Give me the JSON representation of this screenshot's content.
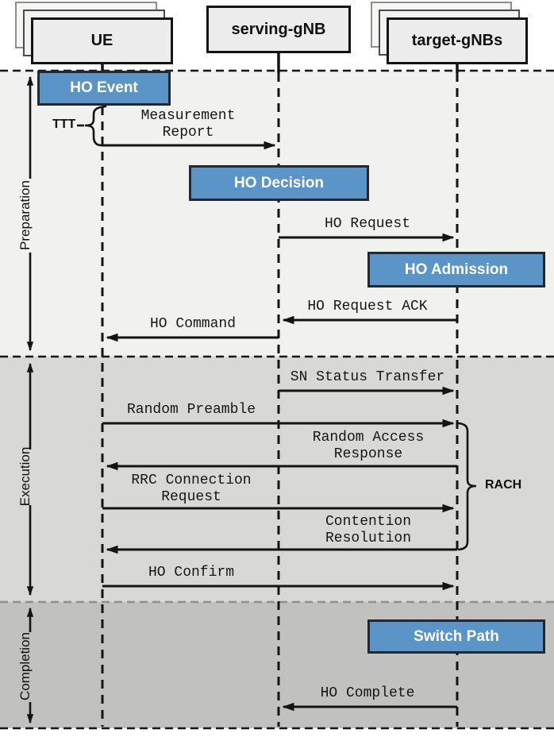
{
  "diagram": {
    "type": "sequence-diagram",
    "entities": [
      {
        "id": "ue",
        "label": "UE",
        "stacked": true
      },
      {
        "id": "serving-gnb",
        "label": "serving-gNB",
        "stacked": false
      },
      {
        "id": "target-gnbs",
        "label": "target-gNBs",
        "stacked": true
      }
    ],
    "phases": [
      {
        "label": "Preparation"
      },
      {
        "label": "Execution"
      },
      {
        "label": "Completion"
      }
    ],
    "action_boxes": [
      {
        "label": "HO Event",
        "on": "UE",
        "phase": "Preparation"
      },
      {
        "label": "HO Decision",
        "on": "serving-gNB",
        "phase": "Preparation"
      },
      {
        "label": "HO Admission",
        "on": "target-gNBs",
        "phase": "Preparation"
      },
      {
        "label": "Switch Path",
        "on": "target-gNBs",
        "phase": "Completion"
      }
    ],
    "messages": [
      {
        "label": "Measurement Report",
        "from": "UE",
        "to": "serving-gNB",
        "phase": "Preparation"
      },
      {
        "label": "HO Request",
        "from": "serving-gNB",
        "to": "target-gNBs",
        "phase": "Preparation"
      },
      {
        "label": "HO Request ACK",
        "from": "target-gNBs",
        "to": "serving-gNB",
        "phase": "Preparation"
      },
      {
        "label": "HO Command",
        "from": "serving-gNB",
        "to": "UE",
        "phase": "Preparation"
      },
      {
        "label": "SN Status Transfer",
        "from": "serving-gNB",
        "to": "target-gNBs",
        "phase": "Execution"
      },
      {
        "label": "Random Preamble",
        "from": "UE",
        "to": "target-gNBs",
        "phase": "Execution"
      },
      {
        "label": "Random Access Response",
        "from": "target-gNBs",
        "to": "UE",
        "phase": "Execution"
      },
      {
        "label": "RRC Connection Request",
        "from": "UE",
        "to": "target-gNBs",
        "phase": "Execution"
      },
      {
        "label": "Contention Resolution",
        "from": "target-gNBs",
        "to": "UE",
        "phase": "Execution"
      },
      {
        "label": "HO Confirm",
        "from": "UE",
        "to": "target-gNBs",
        "phase": "Execution"
      },
      {
        "label": "HO Complete",
        "from": "target-gNBs",
        "to": "serving-gNB",
        "phase": "Completion"
      }
    ],
    "annotations": [
      {
        "label": "TTT",
        "attached_to": "Measurement Report trigger brace"
      },
      {
        "label": "RACH",
        "attached_to": "random access message group bracket"
      }
    ],
    "colors": {
      "action_box_fill": "#5b94c7",
      "action_box_border": "#22282e",
      "entity_fill": "#ececec",
      "band_preparation": "#f1f1f0",
      "band_execution": "#d8d8d7",
      "band_completion": "#c1c1c0",
      "line": "#141414"
    }
  }
}
